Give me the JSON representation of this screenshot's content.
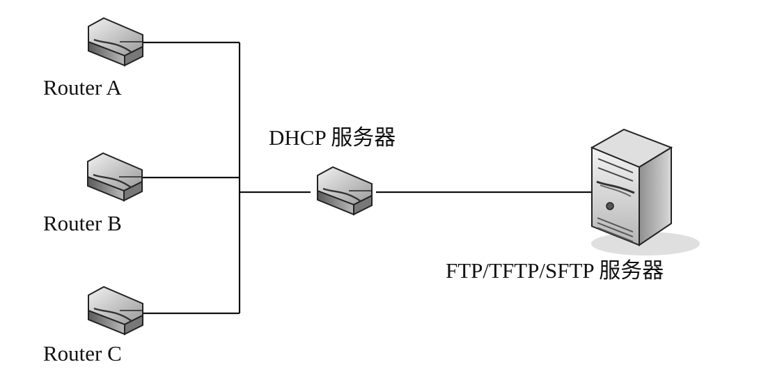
{
  "nodes": {
    "router_a": {
      "label": "Router A",
      "icon": "router-icon"
    },
    "router_b": {
      "label": "Router B",
      "icon": "router-icon"
    },
    "router_c": {
      "label": "Router C",
      "icon": "router-icon"
    },
    "dhcp_server": {
      "label": "DHCP 服务器",
      "icon": "router-icon"
    },
    "file_server": {
      "label": "FTP/TFTP/SFTP 服务器",
      "icon": "server-tower-icon"
    }
  },
  "edges": [
    {
      "from": "router_a",
      "to": "dhcp_server"
    },
    {
      "from": "router_b",
      "to": "dhcp_server"
    },
    {
      "from": "router_c",
      "to": "dhcp_server"
    },
    {
      "from": "dhcp_server",
      "to": "file_server"
    }
  ],
  "colors": {
    "line": "#111111",
    "device_fill": "#d9d9d9",
    "device_shadow": "#7a7a7a",
    "server_fill": "#cfcfcf"
  }
}
